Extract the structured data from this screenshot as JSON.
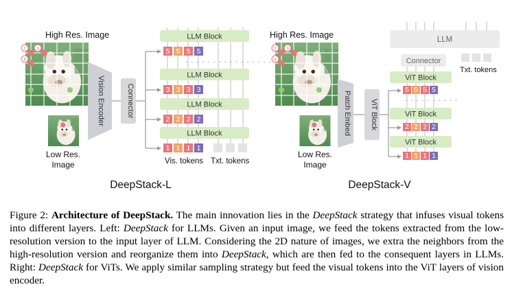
{
  "figure": {
    "left": {
      "title": "DeepStack-L",
      "high_res_label": "High Res. Image",
      "low_res_label_1": "Low Res.",
      "low_res_label_2": "Image",
      "encoder_label": "Vision Encoder",
      "connector_label": "Connector",
      "block_label": "LLM Block",
      "vis_tokens_label": "Vis. tokens",
      "txt_tokens_label": "Txt. tokens",
      "token_rows": [
        {
          "digits": [
            "5",
            "5",
            "5",
            "5"
          ]
        },
        {
          "digits": [
            "3",
            "3",
            "3",
            "3"
          ]
        },
        {
          "digits": [
            "2",
            "2",
            "2",
            "2"
          ]
        },
        {
          "digits": [
            "1",
            "1",
            "1",
            "1"
          ]
        }
      ],
      "grid_markers": [
        "2",
        "3",
        "4"
      ]
    },
    "right": {
      "title": "DeepStack-V",
      "high_res_label": "High Res. Image",
      "low_res_label_1": "Low Res.",
      "low_res_label_2": "Image",
      "patch_embed_label": "Patch Embed",
      "vit_block_label": "ViT Block",
      "vit_inner_label": "ViT Block",
      "llm_label": "LLM",
      "connector_label": "Connector",
      "txt_tokens_label": "Txt. tokens",
      "token_rows": [
        {
          "digits": [
            "5",
            "5",
            "5",
            "5"
          ]
        },
        {
          "digits": [
            "2",
            "2",
            "2",
            "2"
          ]
        },
        {
          "digits": [
            "1",
            "1",
            "1",
            "1"
          ]
        }
      ],
      "grid_markers": [
        "2",
        "3",
        "4"
      ]
    },
    "colors": {
      "token_red": "#e8757b",
      "token_orange": "#f2a36a",
      "token_purple": "#7f6db5",
      "block_green": "#d7ecc5",
      "encoder_gray": "#cfcfd6",
      "txt_gray": "#e3e3e3"
    }
  },
  "caption": {
    "prefix": "Figure 2: ",
    "bold": "Architecture of DeepStack.",
    "s1": " The main innovation lies in the ",
    "i1": "DeepStack",
    "s2": " strategy that infuses visual tokens into different layers. Left: ",
    "i2": "DeepStack",
    "s3": " for LLMs. Given an input image, we feed the tokens extracted from the low-resolution version to the input layer of LLM. Considering the 2D nature of images, we extra the neighbors from the high-resolution version and reorganize them into ",
    "i3": "DeepStack",
    "s4": ", which are then fed to the consequent layers in LLMs. Right: ",
    "i4": "DeepStack",
    "s5": " for ViTs. We apply similar sampling strategy but feed the visual tokens into the ViT layers of vision encoder."
  }
}
